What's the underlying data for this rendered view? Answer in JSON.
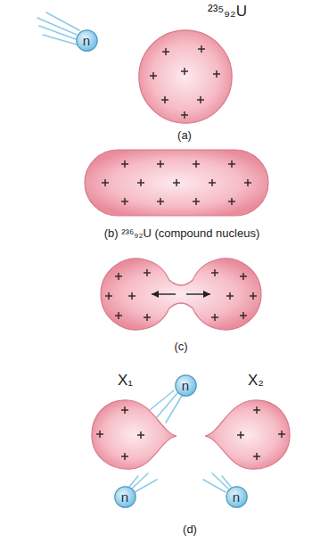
{
  "diagram": {
    "nodes": [
      {
        "text": [
          "n"
        ]
      },
      {
        "text": [
          "²³⁵₉₂U"
        ]
      },
      {
        "text": [
          "X₁"
        ]
      },
      {
        "text": [
          "n"
        ]
      },
      {
        "text": [
          "X₂"
        ]
      },
      {
        "text": [
          "n"
        ]
      },
      {
        "text": [
          "n"
        ]
      }
    ],
    "labels": [
      "(a)",
      "(b) ²³⁶₉₂U (compound nucleus)",
      "(c)",
      "(d)"
    ]
  }
}
